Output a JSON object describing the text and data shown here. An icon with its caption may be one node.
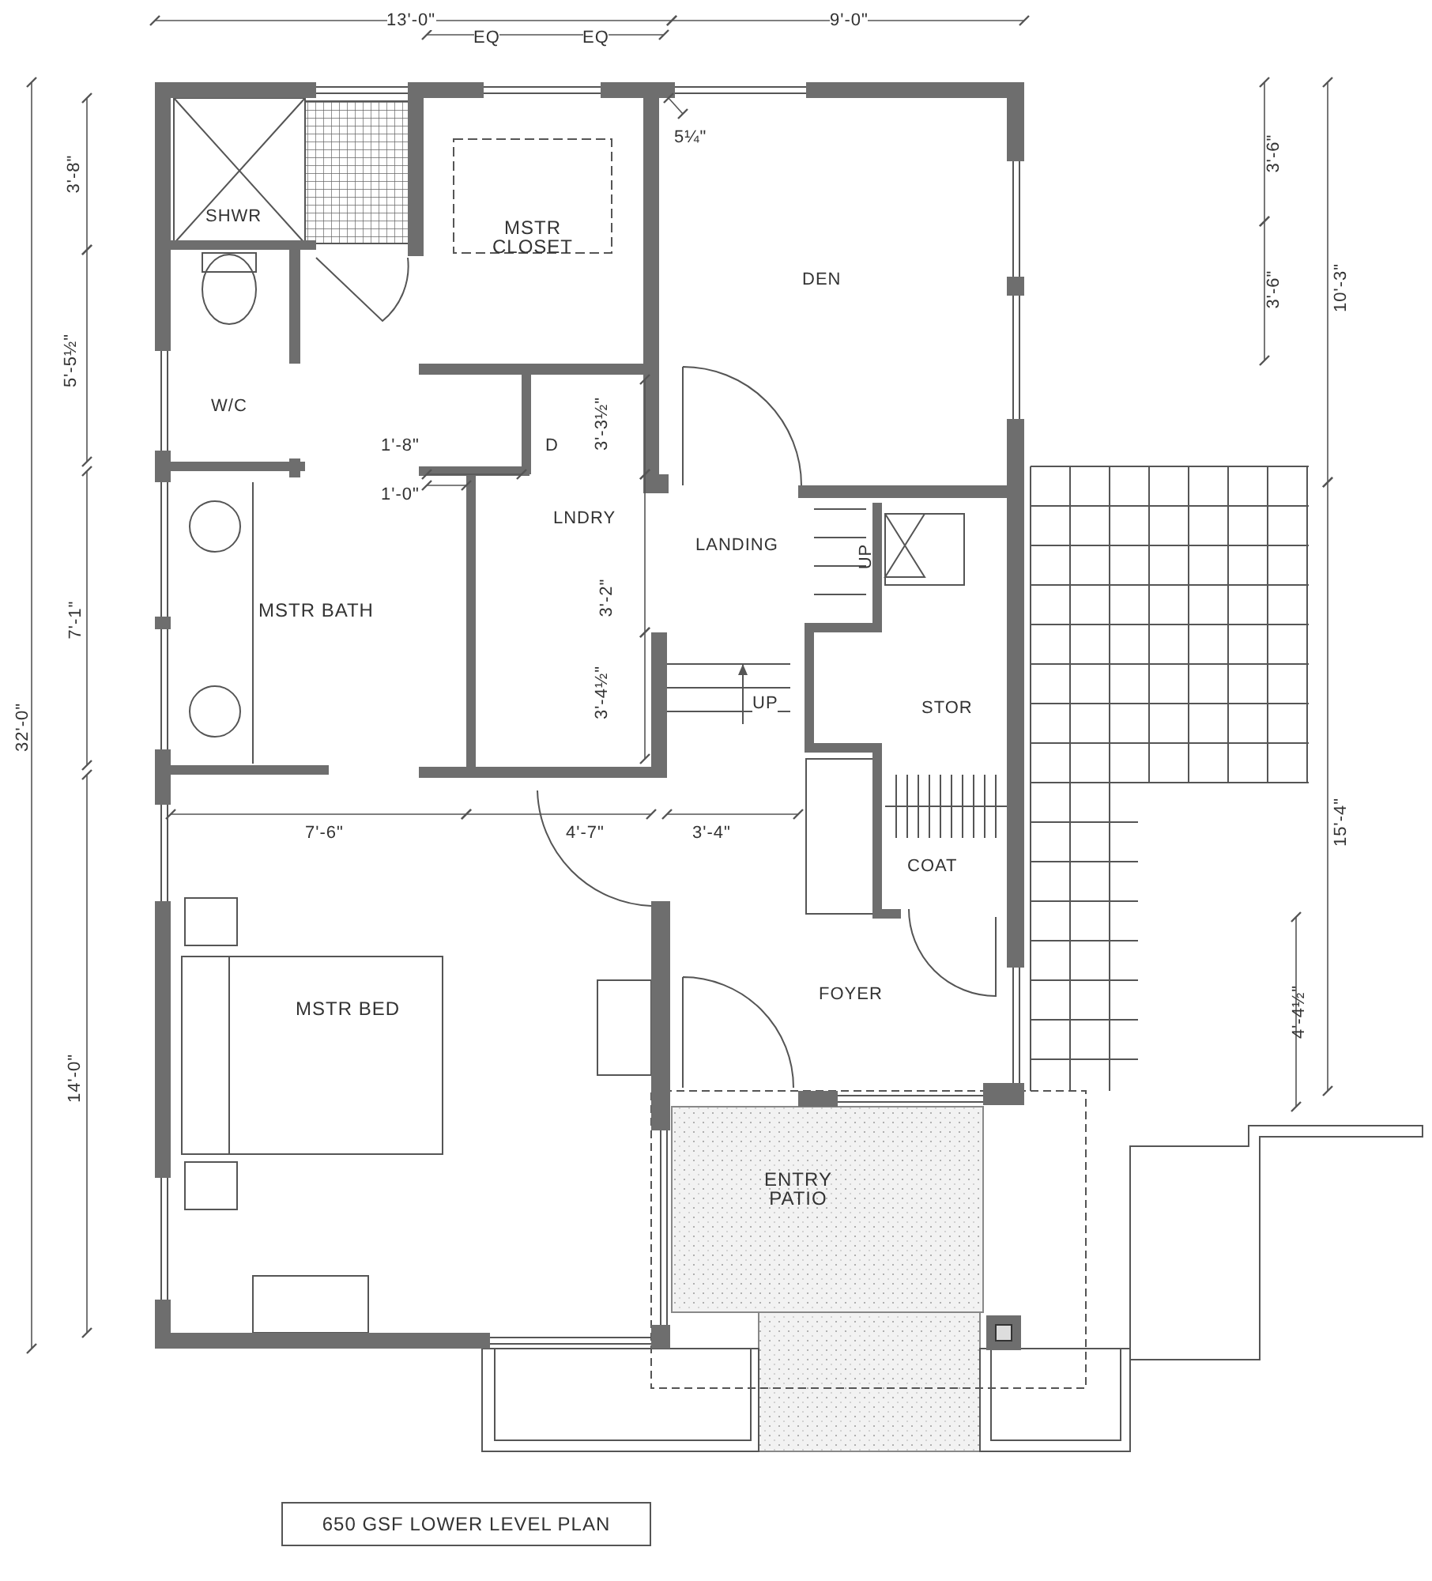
{
  "diagram": {
    "title": "650 GSF LOWER LEVEL PLAN",
    "labels": [
      "13'-0\"",
      "9'-0\"",
      "EQ",
      "EQ",
      "5¼\"",
      "3'-8\"",
      "3'-6\"",
      "10'-3\"",
      "SHWR",
      "MSTR CLOSET",
      "DEN",
      "3'-6\"",
      "5'-5½\"",
      "W/C",
      "1'-8\"",
      "D",
      "3'-3½\"",
      "1'-0\"",
      "LNDRY",
      "LANDING",
      "UP",
      "3'-2\"",
      "MSTR BATH",
      "7'-1\"",
      "32'-0\"",
      "3'-4½\"",
      "UP",
      "STOR",
      "7'-6\"",
      "4'-7\"",
      "3'-4\"",
      "15'-4\"",
      "COAT",
      "FOYER",
      "MSTR BED",
      "4'-4½\"",
      "14'-0\"",
      "ENTRY PATIO"
    ]
  }
}
